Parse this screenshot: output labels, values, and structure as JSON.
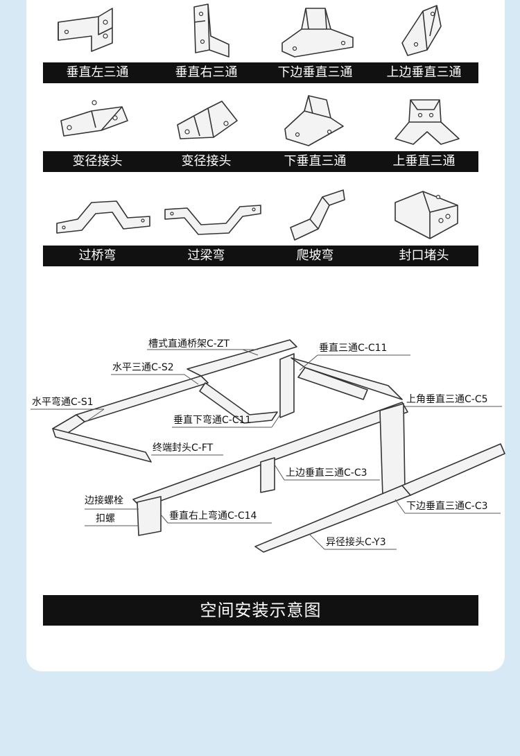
{
  "grid": {
    "row1": [
      "垂直左三通",
      "垂直右三通",
      "下边垂直三通",
      "上边垂直三通"
    ],
    "row2": [
      "变径接头",
      "变径接头",
      "下垂直三通",
      "上垂直三通"
    ],
    "row3": [
      "过桥弯",
      "过梁弯",
      "爬坡弯",
      "封口堵头"
    ]
  },
  "icons": {
    "row1": [
      "vertical-left-tee-icon",
      "vertical-right-tee-icon",
      "lower-vertical-tee-icon",
      "upper-vertical-tee-icon"
    ],
    "row2": [
      "reducer-joint-icon",
      "reducer-joint-alt-icon",
      "down-vertical-tee-icon",
      "up-vertical-tee-icon"
    ],
    "row3": [
      "bridge-bend-icon",
      "beam-bend-icon",
      "slope-bend-icon",
      "end-cap-icon"
    ]
  },
  "diagram_labels": {
    "zt": "槽式直通桥架C-ZT",
    "c11_top": "垂直三通C-C11",
    "s2": "水平三通C-S2",
    "s1": "水平弯通C-S1",
    "c5": "上角垂直三通C-C5",
    "c11_down": "垂直下弯通C-C11",
    "ft": "终端封头C-FT",
    "c3_top": "上边垂直三通C-C3",
    "bolt": "边接螺栓",
    "nut": "扣螺",
    "c14": "垂直右上弯通C-C14",
    "c3_bottom": "下边垂直三通C-C3",
    "y3": "异径接头C-Y3"
  },
  "footer": {
    "title": "空间安装示意图"
  },
  "colors": {
    "background": "#d6e9f5",
    "card": "#ffffff",
    "caption_bar": "#111111",
    "caption_text": "#ffffff"
  }
}
